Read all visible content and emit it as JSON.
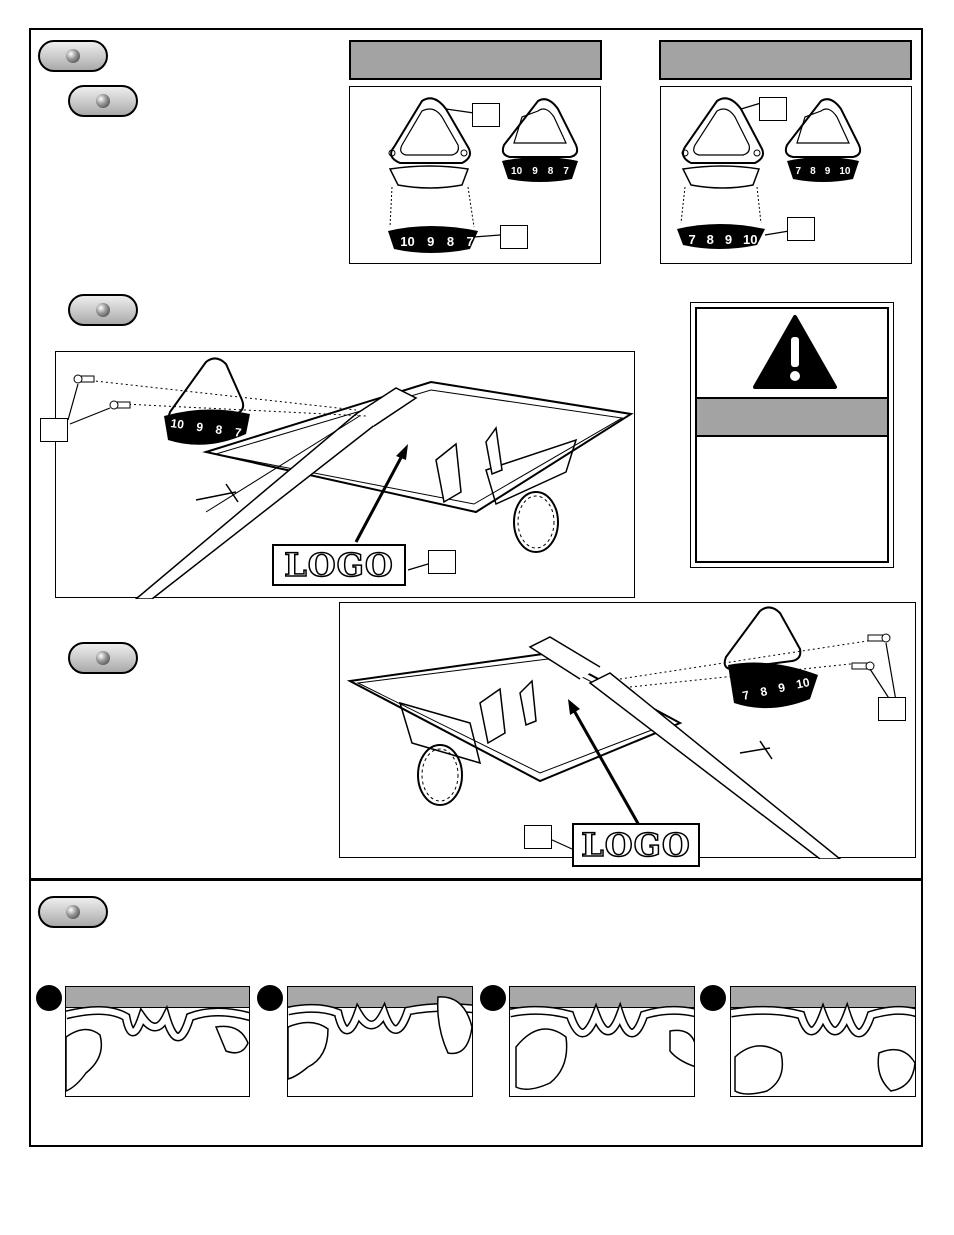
{
  "panels": {
    "left_header": "",
    "right_header": "",
    "warning_header": ""
  },
  "decal_left": {
    "numbers": [
      "10",
      "9",
      "8",
      "7"
    ]
  },
  "decal_right": {
    "numbers": [
      "7",
      "8",
      "9",
      "10"
    ]
  },
  "logo_text": "LOGO",
  "icons": {
    "step_badge": "step-badge-icon",
    "warning": "warning-triangle-icon"
  },
  "colors": {
    "header_gray": "#a3a3a3",
    "decal_black": "#000000"
  }
}
